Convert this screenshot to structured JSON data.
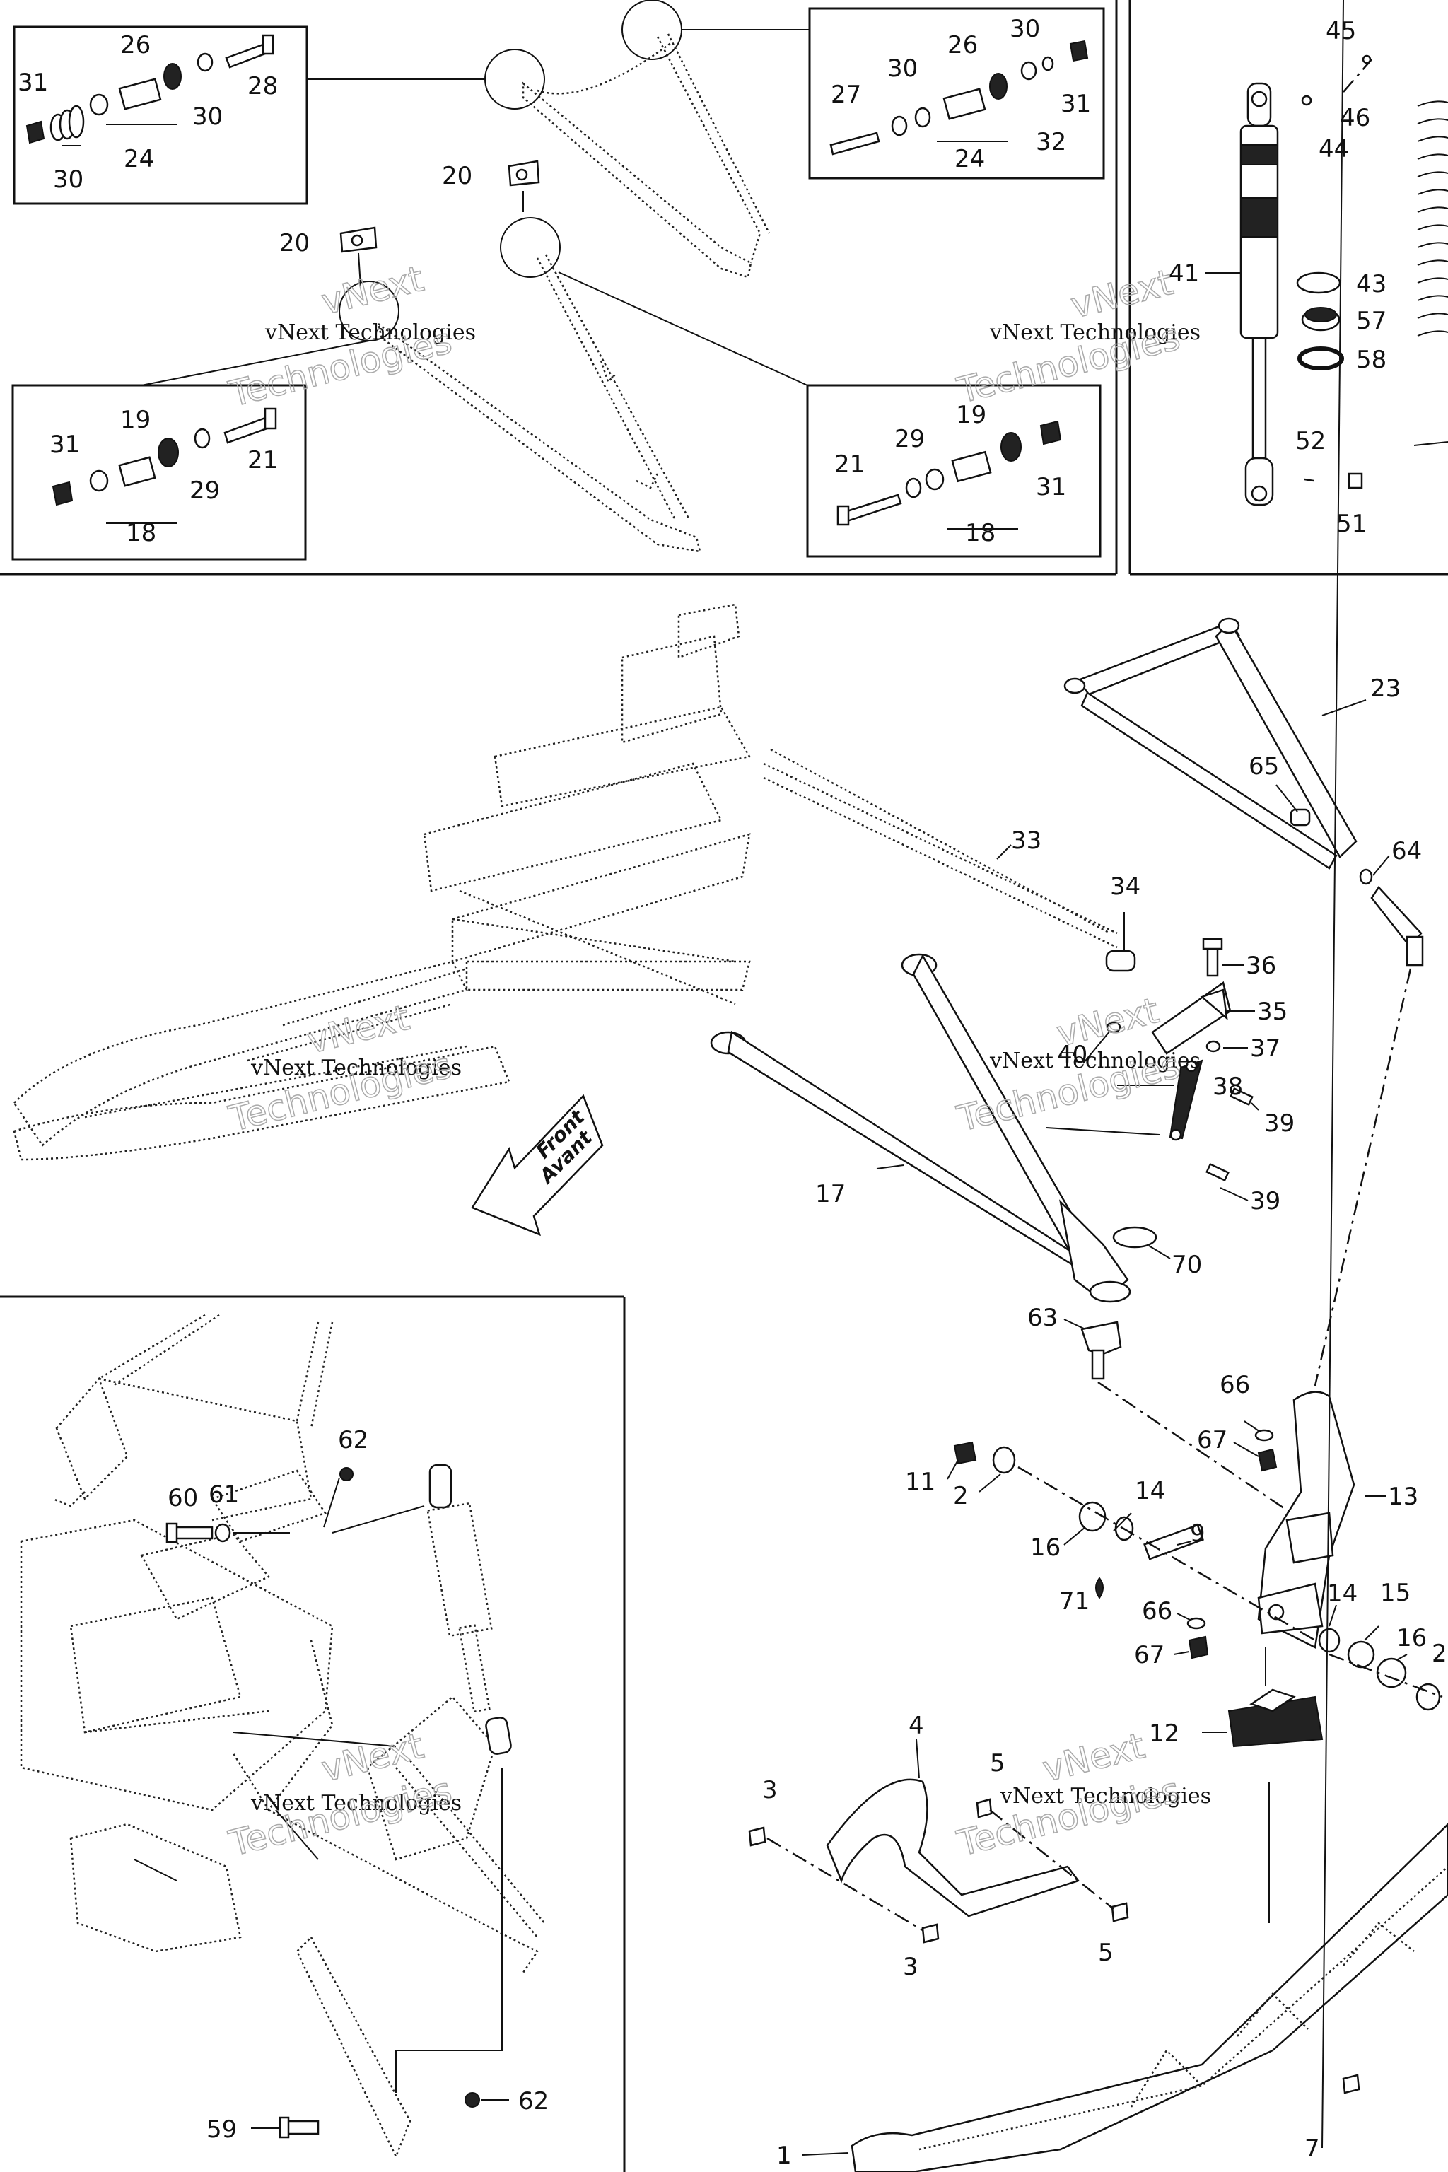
{
  "watermark": {
    "line1": "vNext",
    "line2": "Technologies",
    "full": "vNext Technologies"
  },
  "direction": {
    "line1": "Front",
    "line2": "Avant"
  },
  "callouts": {
    "c31a": "31",
    "c26a": "26",
    "c28": "28",
    "c30a": "30",
    "c30b": "30",
    "c24a": "24",
    "c27": "27",
    "c30c": "30",
    "c26b": "26",
    "c30d": "30",
    "c31b": "31",
    "c32": "32",
    "c24b": "24",
    "c20a": "20",
    "c20b": "20",
    "c31c": "31",
    "c19a": "19",
    "c21a": "21",
    "c29a": "29",
    "c18a": "18",
    "c21b": "21",
    "c29b": "29",
    "c19b": "19",
    "c31d": "31",
    "c18b": "18",
    "c45": "45",
    "c46": "46",
    "c44": "44",
    "c41": "41",
    "c43": "43",
    "c57": "57",
    "c58": "58",
    "c52": "52",
    "c51": "51",
    "c23": "23",
    "c65": "65",
    "c64": "64",
    "c33": "33",
    "c34": "34",
    "c36": "36",
    "c35": "35",
    "c37": "37",
    "c40": "40",
    "c38": "38",
    "c39a": "39",
    "c39b": "39",
    "c17": "17",
    "c70": "70",
    "c63": "63",
    "c66a": "66",
    "c67a": "67",
    "c13": "13",
    "c11": "11",
    "c2a": "2",
    "c14a": "14",
    "c16a": "16",
    "c9": "9",
    "c71": "71",
    "c66b": "66",
    "c67b": "67",
    "c14b": "14",
    "c15": "15",
    "c16b": "16",
    "c2b": "2",
    "c12": "12",
    "c62a": "62",
    "c60": "60",
    "c61": "61",
    "c4": "4",
    "c5a": "5",
    "c3a": "3",
    "c3b": "3",
    "c5b": "5",
    "c59": "59",
    "c62b": "62",
    "c1": "1",
    "c7": "7"
  }
}
